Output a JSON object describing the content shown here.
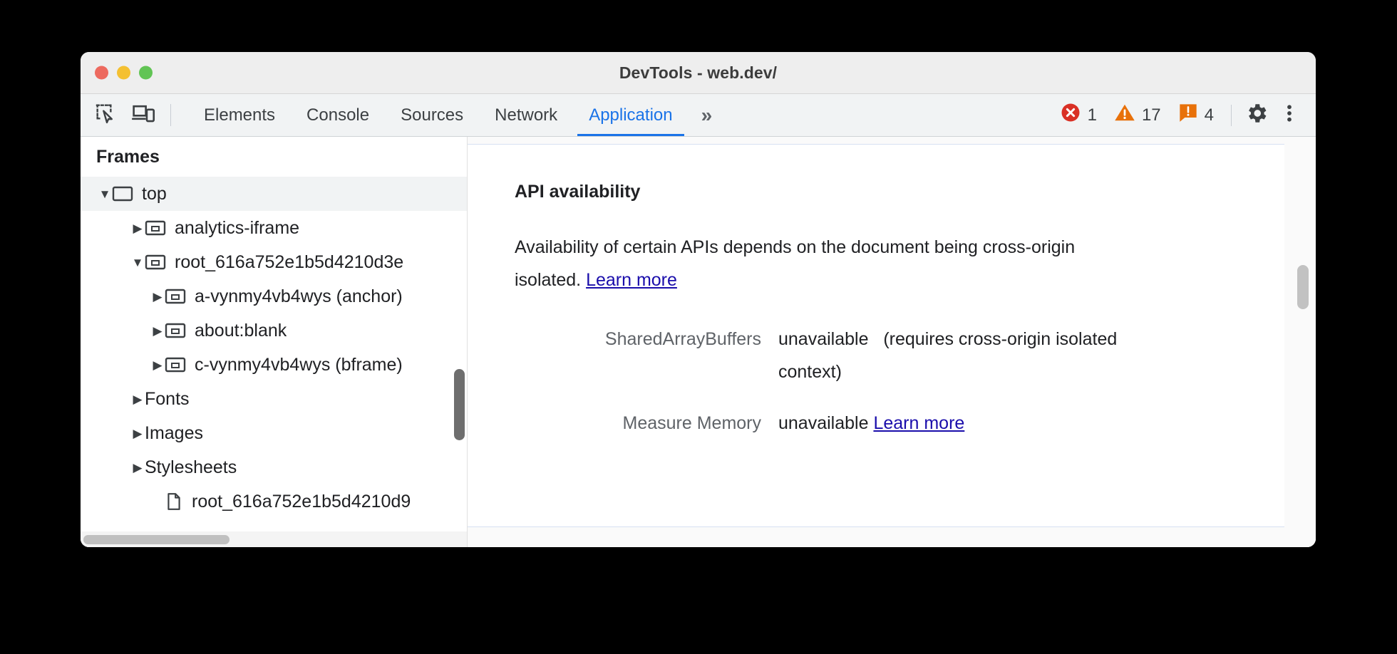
{
  "window": {
    "title": "DevTools - web.dev/",
    "traffic_lights": [
      "close",
      "minimize",
      "zoom"
    ]
  },
  "toolbar": {
    "inspect_icon": "inspect-element-icon",
    "device_icon": "device-toolbar-icon",
    "tabs": [
      {
        "label": "Elements",
        "active": false
      },
      {
        "label": "Console",
        "active": false
      },
      {
        "label": "Sources",
        "active": false
      },
      {
        "label": "Network",
        "active": false
      },
      {
        "label": "Application",
        "active": true
      }
    ],
    "more_tabs_label": "»",
    "counters": [
      {
        "name": "errors",
        "icon": "error-icon",
        "count": "1",
        "color": "#d93025"
      },
      {
        "name": "warnings",
        "icon": "warning-icon",
        "count": "17",
        "color": "#e8710a"
      },
      {
        "name": "issues",
        "icon": "issue-icon",
        "count": "4",
        "color": "#e8710a"
      }
    ],
    "settings_icon": "gear-icon",
    "menu_icon": "more-vertical-icon"
  },
  "sidebar": {
    "header": "Frames",
    "tree": [
      {
        "label": "top",
        "icon": "frame-top-icon",
        "arrow": "expanded",
        "indent": 0,
        "selected": true
      },
      {
        "label": "analytics-iframe",
        "icon": "iframe-icon",
        "arrow": "collapsed",
        "indent": 1,
        "selected": false
      },
      {
        "label": "root_616a752e1b5d4210d3e",
        "icon": "iframe-icon",
        "arrow": "expanded",
        "indent": 1,
        "selected": false
      },
      {
        "label": "a-vynmy4vb4wys (anchor)",
        "icon": "iframe-icon",
        "arrow": "collapsed",
        "indent": 2,
        "selected": false
      },
      {
        "label": "about:blank",
        "icon": "iframe-icon",
        "arrow": "collapsed",
        "indent": 2,
        "selected": false
      },
      {
        "label": "c-vynmy4vb4wys (bframe)",
        "icon": "iframe-icon",
        "arrow": "collapsed",
        "indent": 2,
        "selected": false
      },
      {
        "label": "Fonts",
        "icon": "none",
        "arrow": "collapsed",
        "indent": 1,
        "selected": false
      },
      {
        "label": "Images",
        "icon": "none",
        "arrow": "collapsed",
        "indent": 1,
        "selected": false
      },
      {
        "label": "Stylesheets",
        "icon": "none",
        "arrow": "collapsed",
        "indent": 1,
        "selected": false
      },
      {
        "label": "root_616a752e1b5d4210d9",
        "icon": "document-icon",
        "arrow": "none",
        "indent": 2,
        "selected": false
      }
    ]
  },
  "main": {
    "section_title": "API availability",
    "paragraph_prefix": "Availability of certain APIs depends on the document being cross-origin isolated. ",
    "paragraph_link": "Learn more",
    "rows": [
      {
        "key": "SharedArrayBuffers",
        "value": "unavailable",
        "note": "(requires cross-origin isolated context)",
        "link": ""
      },
      {
        "key": "Measure Memory",
        "value": "unavailable",
        "note": "",
        "link": "Learn more"
      }
    ]
  },
  "colors": {
    "accent": "#1a73e8",
    "link": "#1a0dab",
    "error": "#d93025",
    "warning": "#e8710a",
    "text": "#202124",
    "muted": "#5f6368"
  }
}
